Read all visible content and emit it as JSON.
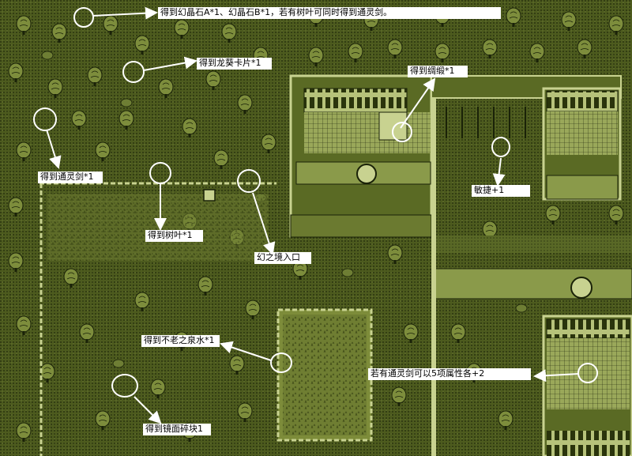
{
  "annotations": {
    "crystals": "得到幻晶石A*1、幻晶石B*1，若有树叶可同时得到通灵剑。",
    "dragon_card": "得到龙葵卡片*1",
    "armor": "得到绸缎*1",
    "spirit_sword": "得到通灵剑*1",
    "leaf": "得到树叶*1",
    "agility": "敏捷+1",
    "illusion_entrance": "幻之境入口",
    "eternal_water": "得到不老之泉水*1",
    "attributes": "若有通灵剑可以5项属性各+2",
    "mirror_shard": "得到镜面碎块1"
  },
  "colors": {
    "map_bg": "#4d5b1e",
    "tree_light": "#8a9a4a",
    "ink": "#1a2208",
    "marker": "#ffffff",
    "label_bg": "#ffffff"
  }
}
